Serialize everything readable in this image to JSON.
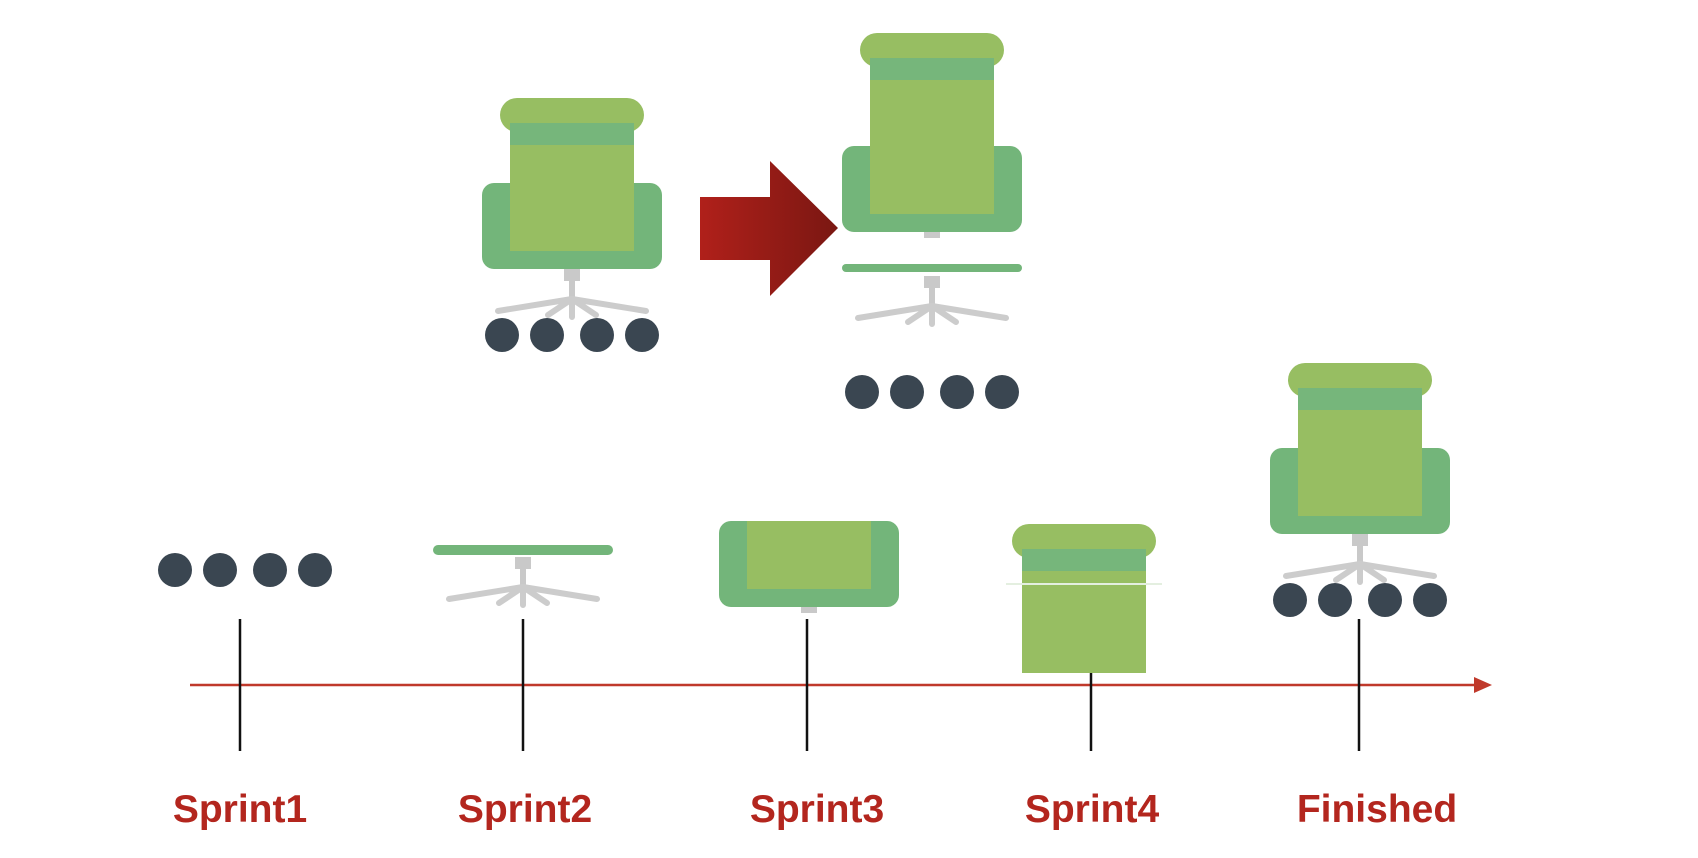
{
  "colors": {
    "backrest_light": "#97be62",
    "frame_green": "#73b57a",
    "stripe_green": "#76b67b",
    "base_grey": "#cccccc",
    "wheel_dark": "#3a4651",
    "arrow_red": "#c0392b",
    "big_arrow_dark": "#7a1712",
    "big_arrow_light": "#b0201a",
    "label_red": "#b3261e",
    "tick_black": "#111111"
  },
  "timeline": {
    "stages": [
      {
        "label": "Sprint1",
        "piece": "wheels"
      },
      {
        "label": "Sprint2",
        "piece": "base"
      },
      {
        "label": "Sprint3",
        "piece": "seat"
      },
      {
        "label": "Sprint4",
        "piece": "headrest"
      },
      {
        "label": "Finished",
        "piece": "full-chair"
      }
    ]
  },
  "illustration": {
    "left": "assembled-chair",
    "connector": "right-arrow-icon",
    "right": "exploded-chair"
  }
}
